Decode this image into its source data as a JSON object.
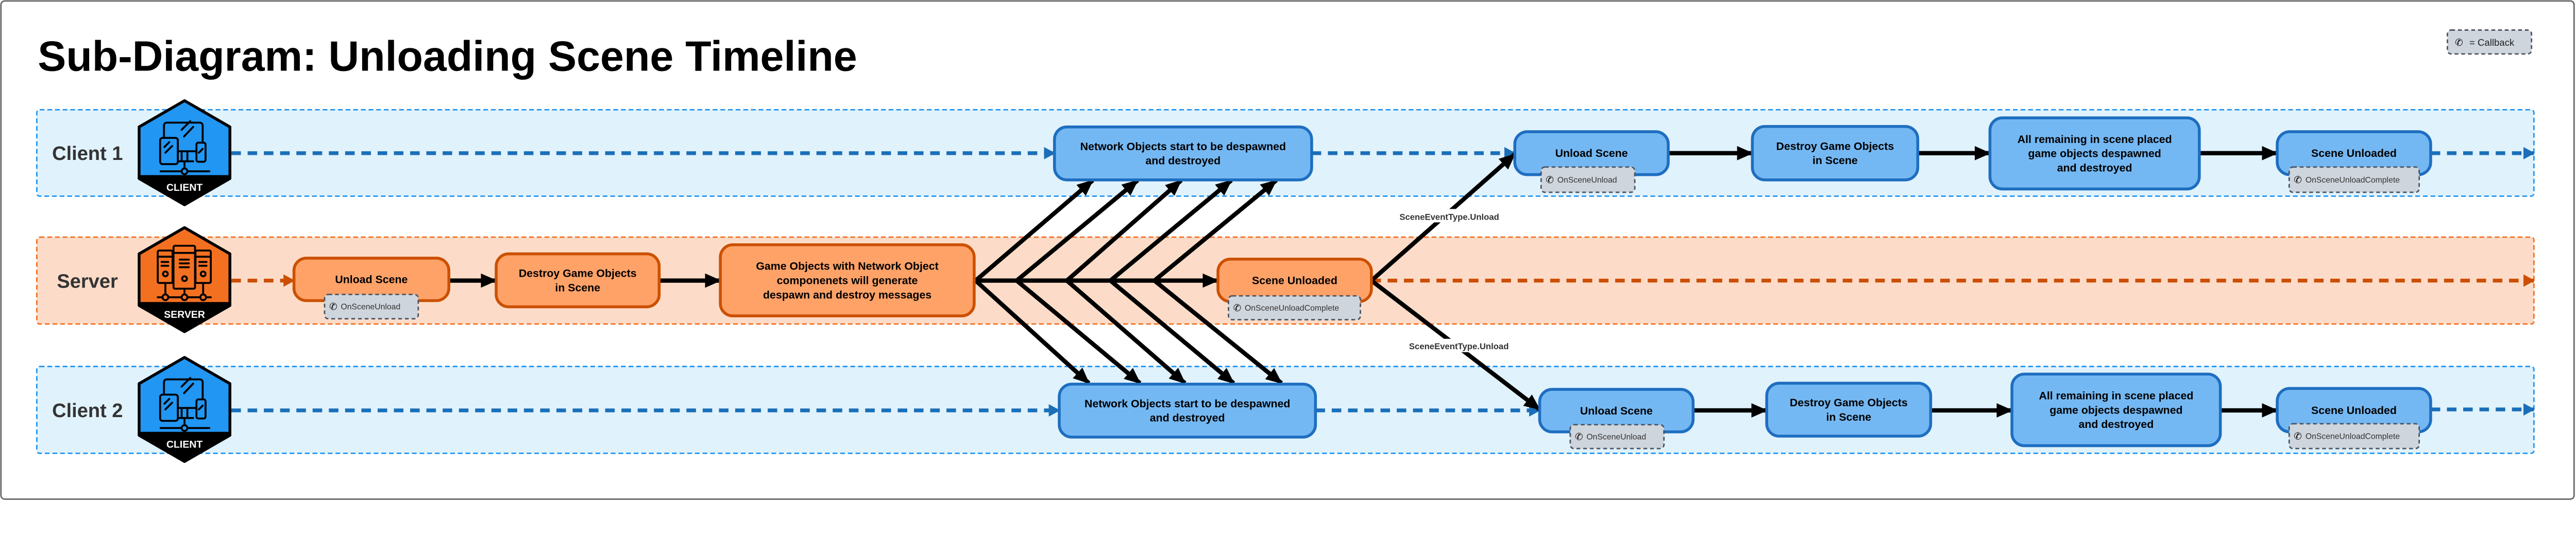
{
  "title": "Sub-Diagram: Unloading Scene Timeline",
  "legend": {
    "icon": "phone-callback-icon",
    "label": "= Callback"
  },
  "client1": {
    "label": "Client 1",
    "badge": "CLIENT",
    "steps": [
      {
        "lines": [
          "Network Objects start to be despawned",
          "and destroyed"
        ]
      },
      {
        "lines": [
          "Unload Scene"
        ],
        "callback": "OnSceneUnload"
      },
      {
        "lines": [
          "Destroy Game Objects",
          "in Scene"
        ]
      },
      {
        "lines": [
          "All remaining in scene placed",
          "game objects despawned",
          "and destroyed"
        ]
      },
      {
        "lines": [
          "Scene Unloaded"
        ],
        "callback": "OnSceneUnloadComplete"
      }
    ]
  },
  "server": {
    "label": "Server",
    "badge": "SERVER",
    "steps": [
      {
        "lines": [
          "Unload Scene"
        ],
        "callback": "OnSceneUnload"
      },
      {
        "lines": [
          "Destroy Game Objects",
          "in Scene"
        ]
      },
      {
        "lines": [
          "Game Objects with Network Object",
          "componenets will generate",
          "despawn and destroy messages"
        ]
      },
      {
        "lines": [
          "Scene Unloaded"
        ],
        "callback": "OnSceneUnloadComplete"
      }
    ]
  },
  "client2": {
    "label": "Client 2",
    "badge": "CLIENT",
    "steps": [
      {
        "lines": [
          "Network Objects start to be despawned",
          "and destroyed"
        ]
      },
      {
        "lines": [
          "Unload Scene"
        ],
        "callback": "OnSceneUnload"
      },
      {
        "lines": [
          "Destroy Game Objects",
          "in Scene"
        ]
      },
      {
        "lines": [
          "All remaining in scene placed",
          "game objects despawned",
          "and destroyed"
        ]
      },
      {
        "lines": [
          "Scene Unloaded"
        ],
        "callback": "OnSceneUnloadComplete"
      }
    ]
  },
  "edge_labels": {
    "to_client1": "SceneEventType.Unload",
    "to_client2": "SceneEventType.Unload"
  },
  "colors": {
    "client_lane_fill": "#E0F2FC",
    "client_lane_border": "#2196F3",
    "client_box_fill": "#74B8F3",
    "client_box_border": "#1E6EC0",
    "client_hex": "#2196F3",
    "server_lane_fill": "#FCDCC8",
    "server_lane_border": "#F37021",
    "server_box_fill": "#FFA268",
    "server_box_border": "#CC5000",
    "server_hex": "#F37021",
    "callback_fill": "#CFD5DD",
    "callback_border": "#4B5563"
  }
}
